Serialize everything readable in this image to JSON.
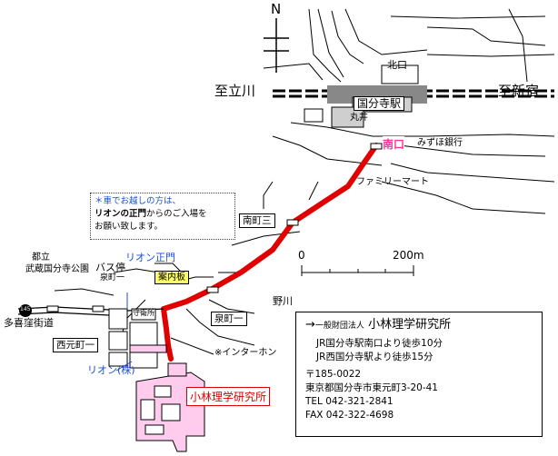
{
  "north_label": "N",
  "directions": {
    "west": "至立川",
    "east": "至新宿"
  },
  "station": {
    "name": "国分寺駅",
    "north_exit": "北口",
    "south_exit": "南口",
    "marui": "丸井"
  },
  "landmarks": {
    "bank": "みずほ銀行",
    "family_mart": "ファミリーマート",
    "park": [
      "都立",
      "武蔵国分寺公園"
    ],
    "bus_stop": [
      "バス停",
      "泉町一"
    ],
    "guard_house": "守衛所",
    "intercom": "※インターホン",
    "guide_board": "案内板",
    "rion_gate": "リオン正門",
    "rion_company": "リオン(株)",
    "institute": "小林理学研究所",
    "river": "野川",
    "tama_street": "多喜窪街道",
    "route_no": "145"
  },
  "intersections": {
    "minamicho3": "南町三",
    "izumicho1": "泉町一",
    "nishimotomachi1": "西元町一"
  },
  "scale": {
    "start": "0",
    "end": "200m"
  },
  "note": {
    "line1": "＊車でお越しの方は、",
    "line2_bold": "リオンの正門",
    "line2_rest": "からのご入場を",
    "line3": "お願い致します。"
  },
  "info": {
    "org_prefix": "一般財団法人",
    "org_name": "小林理学研究所",
    "access1": "JR国分寺駅南口より徒歩10分",
    "access2": "JR西国分寺駅より徒歩15分",
    "postal": "〒185-0022",
    "address": "東京都国分寺市東元町3-20-41",
    "tel": "TEL 042-321-2841",
    "fax": "FAX 042-322-4698"
  },
  "colors": {
    "route": "#e00000",
    "institute_fill": "#ffccee",
    "note_blue": "#1a4fd8",
    "south_exit": "#ff3399"
  }
}
